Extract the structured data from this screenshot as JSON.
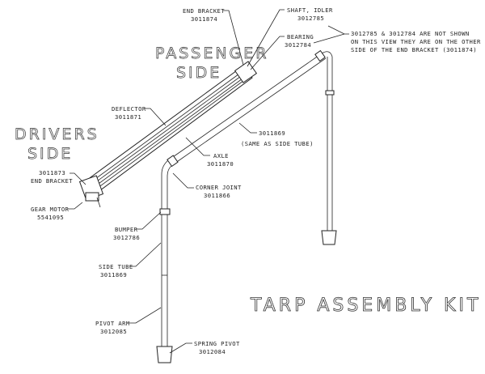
{
  "diagram": {
    "title": "TARP ASSEMBLY KIT",
    "sides": {
      "passenger": [
        "PASSENGER",
        "SIDE"
      ],
      "drivers": [
        "DRIVERS",
        "SIDE"
      ]
    },
    "note": [
      "3012785 & 3012784 ARE NOT SHOWN",
      "ON THIS VIEW THEY ARE ON THE OTHER",
      "SIDE OF THE END BRACKET (3011874)"
    ],
    "parts": {
      "end_bracket_passenger": {
        "name": "END BRACKET",
        "number": "3011874"
      },
      "shaft_idler": {
        "name": "SHAFT, IDLER",
        "number": "3012785"
      },
      "bearing": {
        "name": "BEARING",
        "number": "3012784"
      },
      "deflector": {
        "name": "DEFLECTOR",
        "number": "3011871"
      },
      "top_tube": {
        "number": "3011869",
        "name": "(SAME AS SIDE TUBE)"
      },
      "axle": {
        "name": "AXLE",
        "number": "3011870"
      },
      "end_bracket_drivers": {
        "number": "3011873",
        "name": "END BRACKET"
      },
      "gear_motor": {
        "name": "GEAR MOTOR",
        "number": "5541095"
      },
      "corner_joint": {
        "name": "CORNER JOINT",
        "number": "3011866"
      },
      "bumper": {
        "name": "BUMPER",
        "number": "3012786"
      },
      "side_tube": {
        "name": "SIDE TUBE",
        "number": "3011869"
      },
      "pivot_arm": {
        "name": "PIVOT ARM",
        "number": "3012085"
      },
      "spring_pivot": {
        "name": "SPRING PIVOT",
        "number": "3012084"
      }
    }
  }
}
